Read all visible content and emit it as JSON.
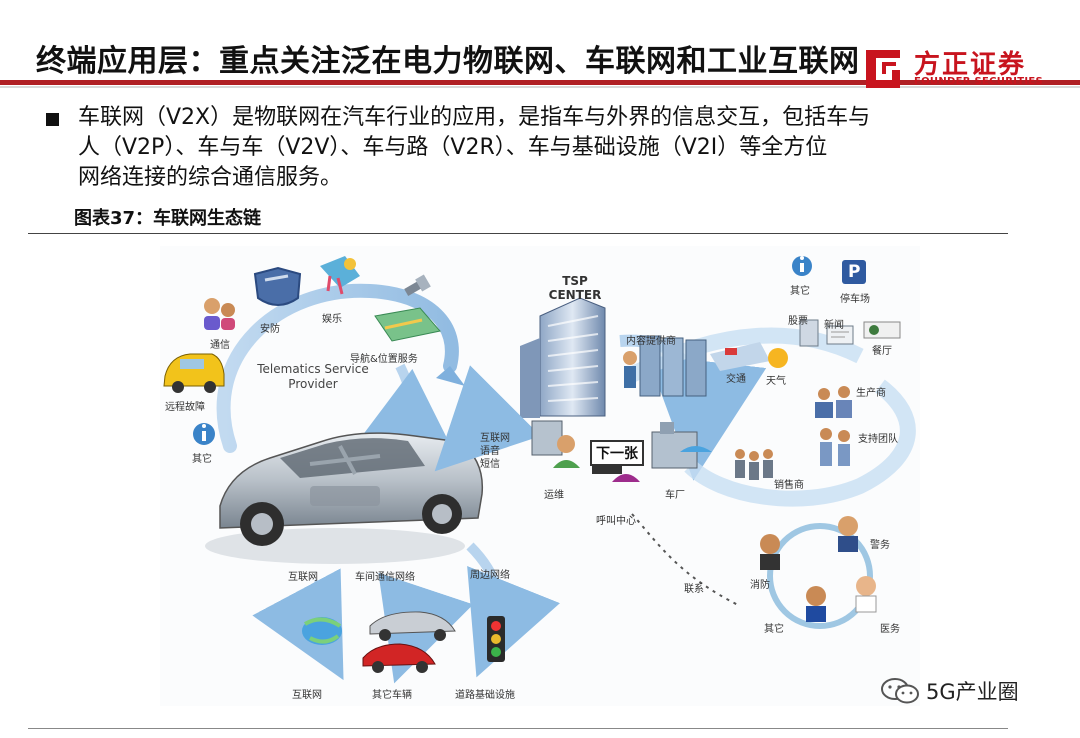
{
  "header": {
    "title": "终端应用层：重点关注泛在电力物联网、车联网和工业互联网"
  },
  "logo": {
    "name": "方正证券",
    "english": "FOUNDER SECURITIES",
    "color": "#c8141e"
  },
  "bullet": {
    "lines": [
      "车联网（V2X）是物联网在汽车行业的应用，是指车与外界的信息交互，包括车与",
      "人（V2P）、车与车（V2V）、车与路（V2R）、车与基础设施（V2I）等全方位",
      "网络连接的综合通信服务。"
    ]
  },
  "figure": {
    "caption": "图表37：车联网生态链",
    "provider": [
      "Telematics Service",
      "Provider"
    ],
    "tsp_center": [
      "TSP",
      "CENTER"
    ],
    "services": {
      "comm": "通信",
      "security": "安防",
      "entertainment": "娱乐",
      "navigation": "导航&位置服务",
      "remote_diag": "远程故障",
      "other_left": "其它"
    },
    "car_links": {
      "internet": "互联网",
      "v2v_net": "车间通信网络",
      "surround_net": "周边网络",
      "voice": [
        "互联网",
        "语音",
        "短信"
      ]
    },
    "bottom_items": {
      "internet": "互联网",
      "other_vehicle": "其它车辆",
      "road_infra": "道路基础设施"
    },
    "center_nodes": {
      "operations": "运维",
      "call_center": "呼叫中心",
      "factory": "车厂",
      "next_sign": "下一张",
      "content_provider": "内容提供商"
    },
    "right_top": {
      "other": "其它",
      "parking": "停车场",
      "parking_glyph": "P",
      "traffic": "交通",
      "weather": "天气",
      "stocks": "股票",
      "news": "新闻",
      "restaurant": "餐厅"
    },
    "right_mid": {
      "producer": "生产商",
      "support": "支持团队",
      "dealer": "销售商"
    },
    "emergency": {
      "link": "联系",
      "fire": "消防",
      "police": "警务",
      "medical": "医务",
      "other": "其它"
    }
  },
  "watermark": {
    "text": "5G产业圈",
    "icon": "wechat-icon"
  }
}
